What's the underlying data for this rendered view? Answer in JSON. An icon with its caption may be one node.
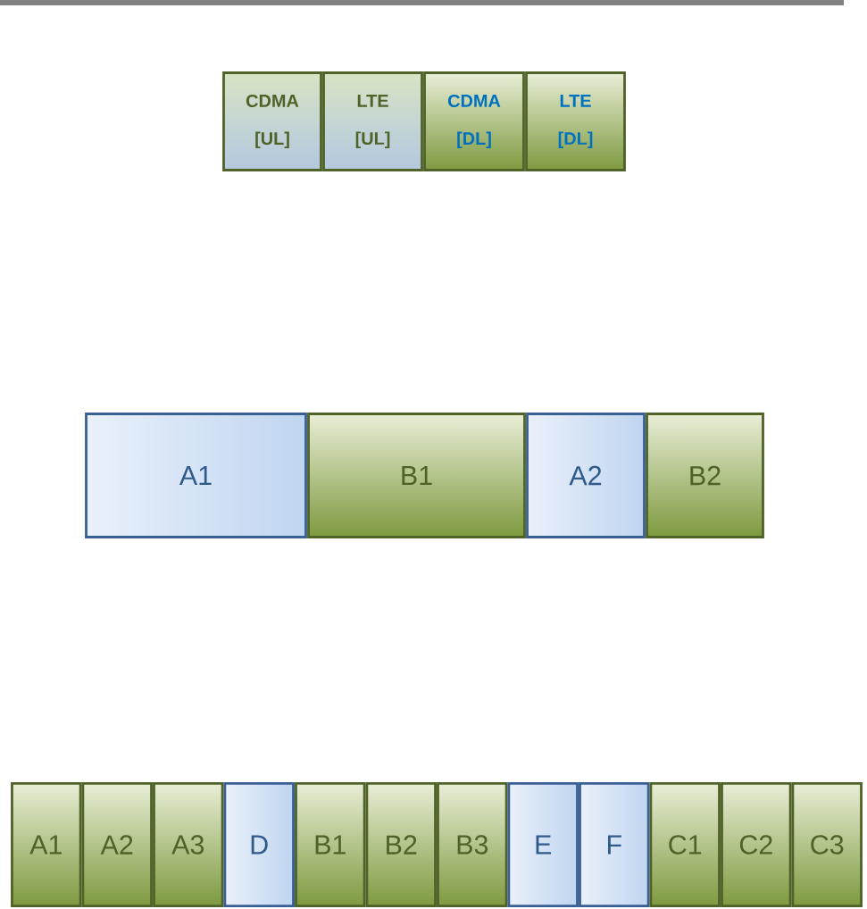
{
  "diagram": {
    "nodes": [
      {
        "text": [
          "CDMA [UL]"
        ]
      },
      {
        "text": [
          "LTE [UL]"
        ]
      },
      {
        "text": [
          "CDMA [DL]"
        ]
      },
      {
        "text": [
          "LTE [DL]"
        ]
      },
      {
        "text": [
          "A1"
        ]
      },
      {
        "text": [
          "B1"
        ]
      },
      {
        "text": [
          "A2"
        ]
      },
      {
        "text": [
          "B2"
        ]
      },
      {
        "text": [
          "A1"
        ]
      },
      {
        "text": [
          "A2"
        ]
      },
      {
        "text": [
          "A3"
        ]
      },
      {
        "text": [
          "D"
        ]
      },
      {
        "text": [
          "B1"
        ]
      },
      {
        "text": [
          "B2"
        ]
      },
      {
        "text": [
          "B3"
        ]
      },
      {
        "text": [
          "E"
        ]
      },
      {
        "text": [
          "F"
        ]
      },
      {
        "text": [
          "C1"
        ]
      },
      {
        "text": [
          "C2"
        ]
      },
      {
        "text": [
          "C3"
        ]
      }
    ]
  }
}
